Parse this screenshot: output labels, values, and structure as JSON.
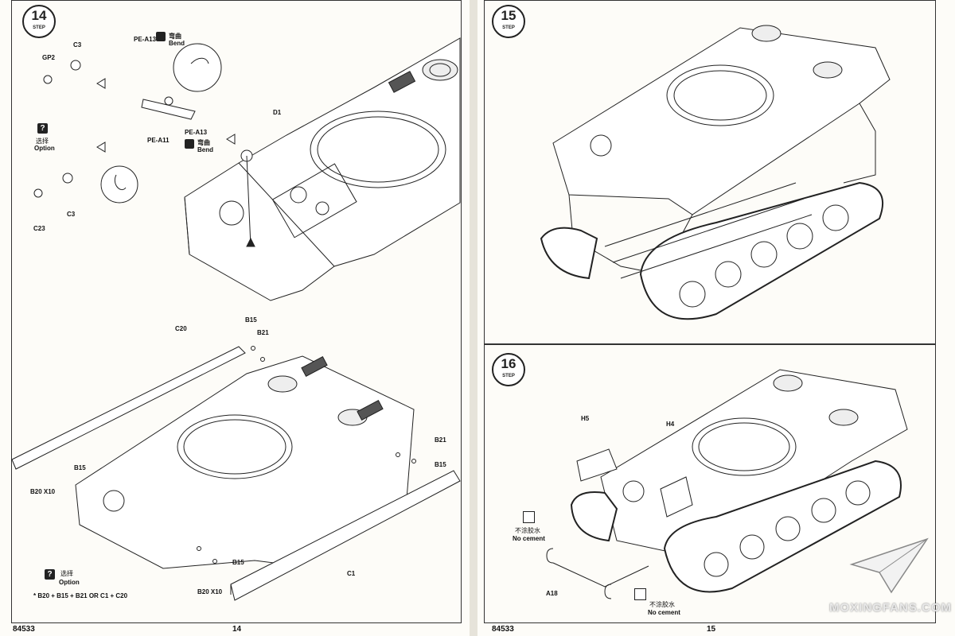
{
  "left_page": {
    "step14": {
      "number": "14",
      "step_label": "STEP"
    },
    "labels": {
      "c3_top": "C3",
      "gp2": "GP2",
      "pe_a13_top": "PE-A13",
      "bend_cn_top": "弯曲",
      "bend_top": "Bend",
      "pe_a11": "PE-A11",
      "pe_a13_mid": "PE-A13",
      "bend_cn_mid": "弯曲",
      "bend_mid": "Bend",
      "option_cn": "选择",
      "option": "Option",
      "c23": "C23",
      "c3_bottom": "C3",
      "d1": "D1",
      "c20": "C20",
      "b15_top": "B15",
      "b21_top": "B21",
      "b21_right": "B21",
      "b15_right": "B15",
      "b15_left": "B15",
      "b20_x10_left": "B20 X10",
      "b15_bottom": "B15",
      "b20_x10_bottom": "B20 X10",
      "c1": "C1",
      "option_cn_bottom": "选择",
      "option_bottom": "Option",
      "footnote": "* B20 + B15 + B21 OR C1 + C20"
    },
    "page_code": "84533",
    "page_number": "14"
  },
  "right_page": {
    "step15": {
      "number": "15",
      "step_label": "STEP"
    },
    "step16": {
      "number": "16",
      "step_label": "STEP"
    },
    "labels": {
      "h5": "H5",
      "h4": "H4",
      "no_cement_cn_1": "不涂胶水",
      "no_cement_1": "No cement",
      "a18": "A18",
      "no_cement_cn_2": "不涂胶水",
      "no_cement_2": "No cement"
    },
    "page_code": "84533",
    "page_number": "15",
    "watermark": "MOXINGFANS.COM"
  }
}
